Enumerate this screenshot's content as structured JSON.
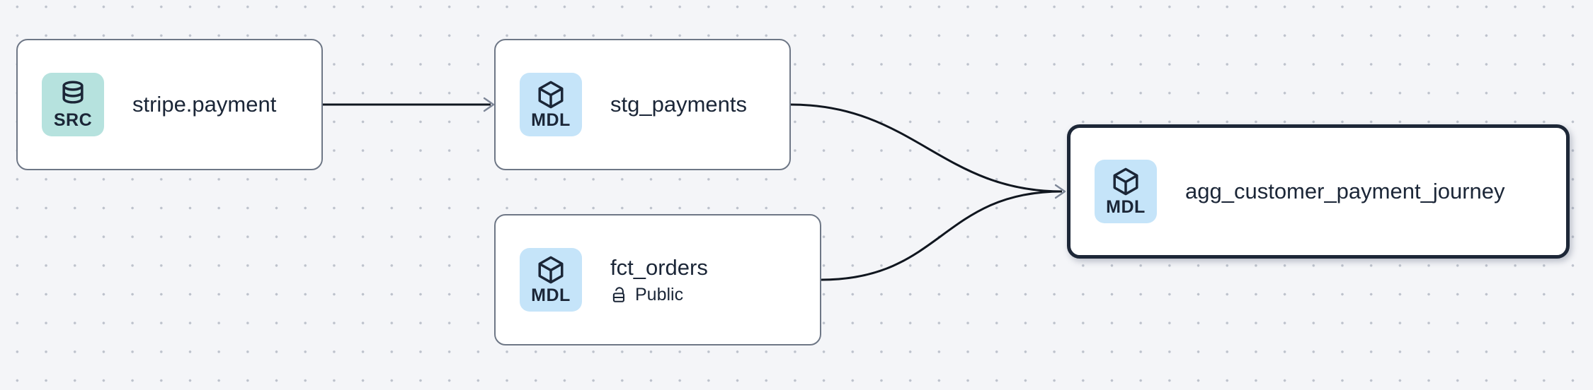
{
  "app": {
    "view": "data-lineage-graph"
  },
  "colors": {
    "canvas_bg": "#f4f5f8",
    "grid_dot": "#bdc2cc",
    "node_bg": "#ffffff",
    "node_border": "#6e7786",
    "selected_border": "#1d2737",
    "text": "#1b2637",
    "edge": "#10161f",
    "arrowhead": "#7d8697",
    "badge_src_bg": "#b6e2de",
    "badge_mdl_bg": "#c5e4f9"
  },
  "nodes": [
    {
      "id": "stripe.payment",
      "label": "stripe.payment",
      "badge": "SRC",
      "type": "source",
      "icon": "database-icon",
      "selected": false
    },
    {
      "id": "stg_payments",
      "label": "stg_payments",
      "badge": "MDL",
      "type": "model",
      "icon": "cube-icon",
      "selected": false
    },
    {
      "id": "fct_orders",
      "label": "fct_orders",
      "badge": "MDL",
      "type": "model",
      "icon": "cube-icon",
      "access": "Public",
      "access_icon": "lock-open-icon",
      "selected": false
    },
    {
      "id": "agg_customer_payment_journey",
      "label": "agg_customer_payment_journey",
      "badge": "MDL",
      "type": "model",
      "icon": "cube-icon",
      "selected": true
    }
  ],
  "edges": [
    {
      "source": "stripe.payment",
      "target": "stg_payments"
    },
    {
      "source": "stg_payments",
      "target": "agg_customer_payment_journey"
    },
    {
      "source": "fct_orders",
      "target": "agg_customer_payment_journey"
    }
  ]
}
